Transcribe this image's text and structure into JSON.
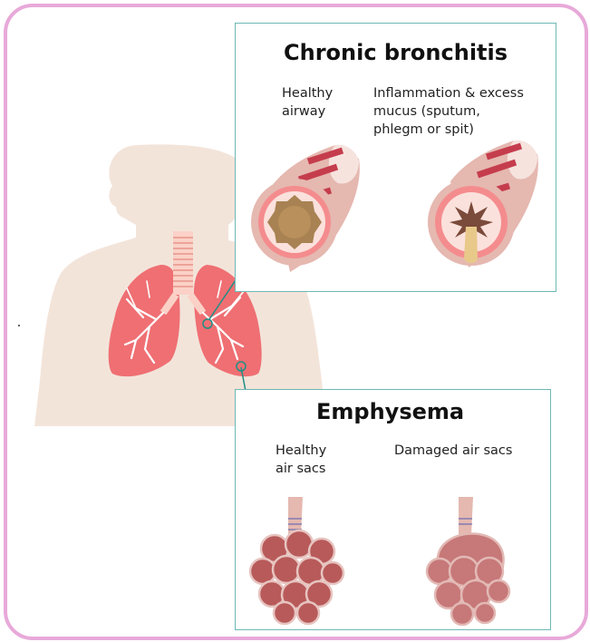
{
  "chronic_bronchitis": {
    "title": "Chronic bronchitis",
    "healthy_label": "Healthy\nairway",
    "inflamed_label": "Inflammation & excess\nmucus (sputum,\nphlegm or spit)"
  },
  "emphysema": {
    "title": "Emphysema",
    "healthy_label": "Healthy\nair sacs",
    "damaged_label": "Damaged air sacs"
  },
  "colors": {
    "frame_border": "#e8a9d9",
    "panel_border": "#6db8b5",
    "body_silhouette": "#f3e4da",
    "lung": "#ef6f73",
    "airway_wall": "#e5b8b0",
    "airway_band": "#c53d4d",
    "mucus": "#e8c98a"
  }
}
